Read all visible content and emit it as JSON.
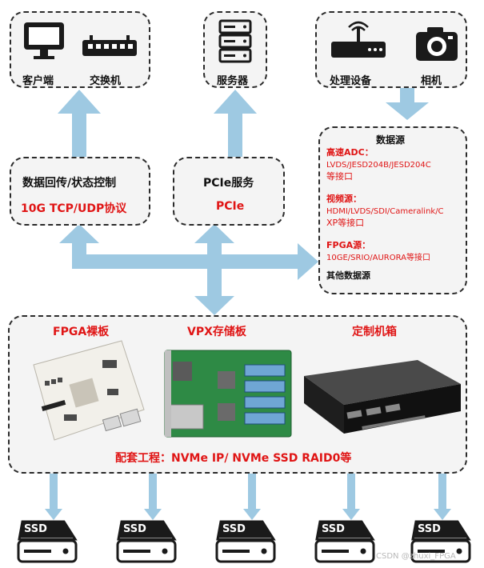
{
  "top": {
    "clients_box": {
      "client_label": "客户端",
      "switch_label": "交换机"
    },
    "server_box": {
      "server_label": "服务器"
    },
    "devices_box": {
      "processing_label": "处理设备",
      "camera_label": "相机"
    }
  },
  "middle": {
    "data_box": {
      "title": "数据回传/状态控制",
      "subtitle": "10G TCP/UDP协议"
    },
    "pcie_box": {
      "title": "PCIe服务",
      "subtitle": "PCIe"
    },
    "datasource_box": {
      "title": "数据源",
      "adc_head": "高速ADC：",
      "adc_line1": "LVDS/JESD204B/JESD204C",
      "adc_line2": "等接口",
      "video_head": "视频源：",
      "video_line1": "HDMI/LVDS/SDI/Cameralink/C",
      "video_line2": "XP等接口",
      "fpga_head": "FPGA源：",
      "fpga_line1": "10GE/SRIO/AURORA等接口",
      "other": "其他数据源"
    }
  },
  "bottom": {
    "hardware_box": {
      "fpga_board": "FPGA裸板",
      "vpx_board": "VPX存储板",
      "chassis": "定制机箱",
      "footer": "配套工程：NVMe IP/ NVMe SSD RAID0等"
    },
    "ssd_label": "SSD",
    "ssd_count": 5
  },
  "colors": {
    "arrow": "#9ec9e2",
    "accent_red": "#e01515",
    "dash": "#2b2b2b"
  },
  "watermark": "CSDN @zhuxi_FPGA"
}
